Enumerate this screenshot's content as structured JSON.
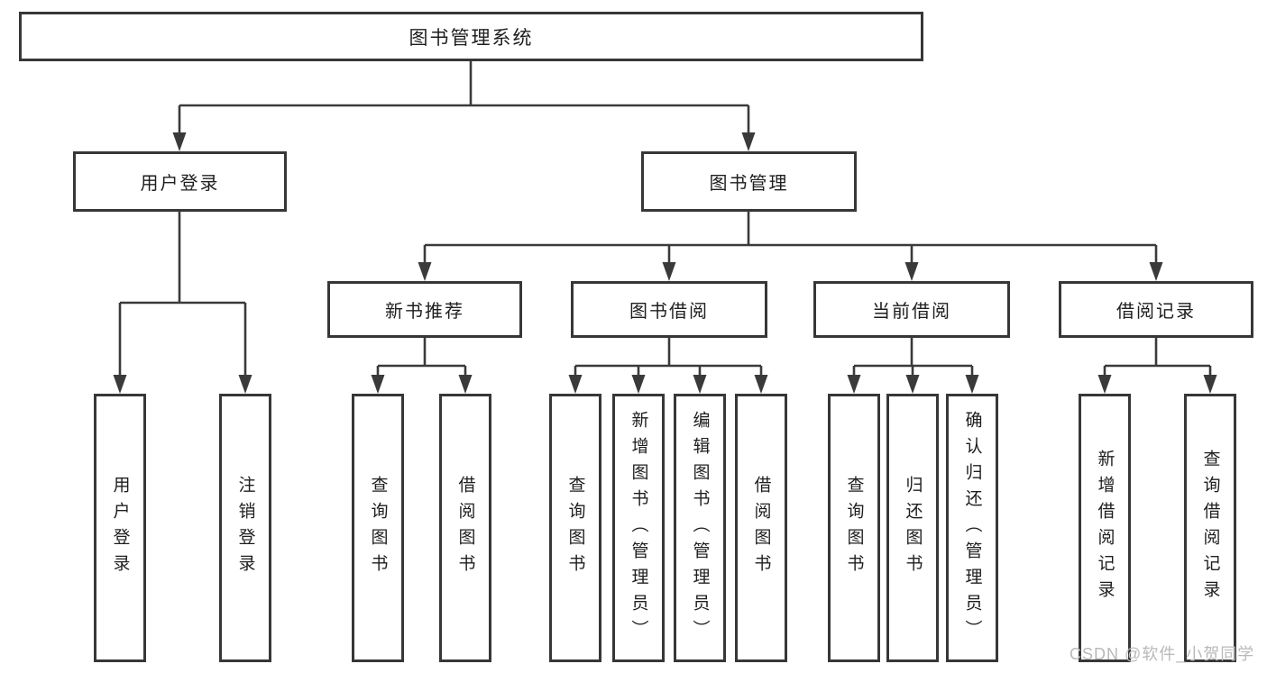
{
  "diagram": {
    "root": {
      "label": "图书管理系统"
    },
    "level2": [
      {
        "label": "用户登录"
      },
      {
        "label": "图书管理"
      }
    ],
    "login_children": [
      {
        "label": "用户登录"
      },
      {
        "label": "注销登录"
      }
    ],
    "groups": [
      {
        "label": "新书推荐",
        "children": [
          {
            "label": "查询图书"
          },
          {
            "label": "借阅图书"
          }
        ]
      },
      {
        "label": "图书借阅",
        "children": [
          {
            "label": "查询图书"
          },
          {
            "label": "新增图书（管理员）"
          },
          {
            "label": "编辑图书（管理员）"
          },
          {
            "label": "借阅图书"
          }
        ]
      },
      {
        "label": "当前借阅",
        "children": [
          {
            "label": "查询图书"
          },
          {
            "label": "归还图书"
          },
          {
            "label": "确认归还（管理员）"
          }
        ]
      },
      {
        "label": "借阅记录",
        "children": [
          {
            "label": "新增借阅记录"
          },
          {
            "label": "查询借阅记录"
          }
        ]
      }
    ],
    "watermark": "CSDN @软件_小贺同学",
    "colors": {
      "line": "#3a3a3a",
      "border": "#373737",
      "text": "#1e1e1e",
      "watermark_text": "#b9b9b9",
      "background": "#ffffff"
    }
  }
}
